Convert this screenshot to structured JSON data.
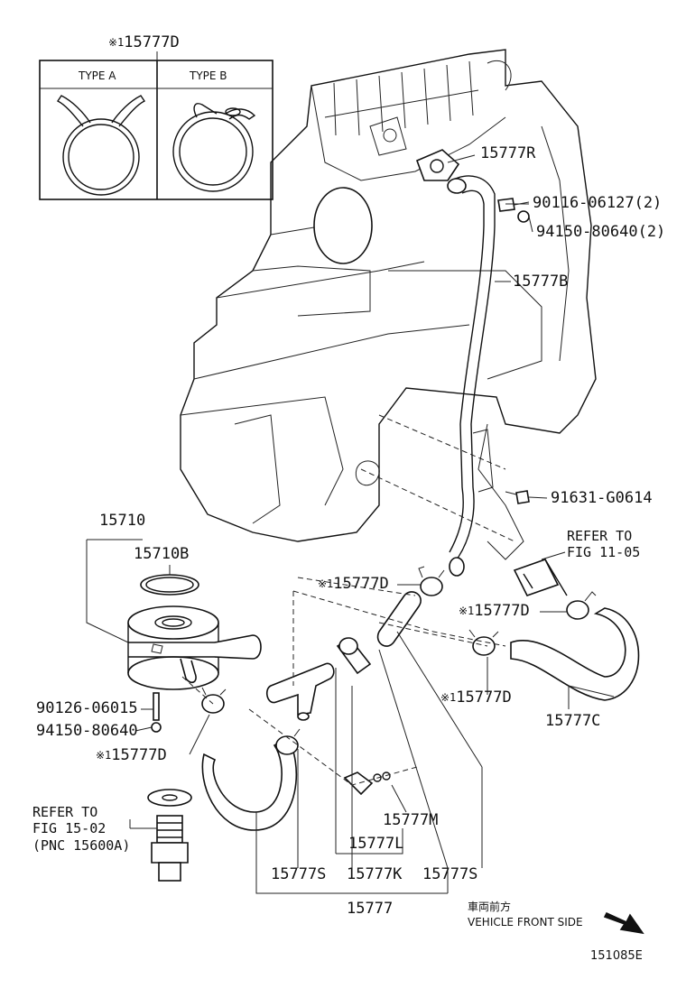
{
  "inset": {
    "title": "15777D",
    "title_mark": "※1",
    "type_a": "TYPE A",
    "type_b": "TYPE B"
  },
  "labels": {
    "p15777R": "15777R",
    "p90116": "90116-06127(2)",
    "p94150_2": "94150-80640(2)",
    "p15777B": "15777B",
    "p91631": "91631-G0614",
    "ref1105_line1": "REFER TO",
    "ref1105_line2": "FIG 11-05",
    "p15710": "15710",
    "p15710B": "15710B",
    "p15777D_a": "15777D",
    "p15777D_b": "15777D",
    "p15777D_c": "15777D",
    "p15777D_d": "15777D",
    "mark": "※1",
    "p90126": "90126-06015",
    "p94150": "94150-80640",
    "p15777C": "15777C",
    "p15777M": "15777M",
    "p15777L": "15777L",
    "p15777S_left": "15777S",
    "p15777K": "15777K",
    "p15777S_right": "15777S",
    "p15777": "15777",
    "ref1502_line1": "REFER TO",
    "ref1502_line2": "FIG 15-02",
    "ref1502_line3": "(PNC 15600A)",
    "front_jp": "車両前方",
    "front_en": "VEHICLE FRONT SIDE",
    "figure_id": "151085E"
  }
}
